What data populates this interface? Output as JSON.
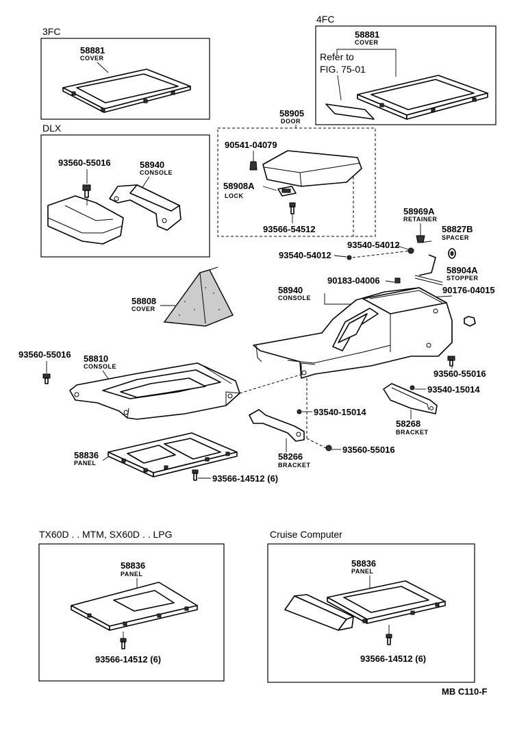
{
  "insets": {
    "fc3": "3FC",
    "fc4": "4FC",
    "dlx": "DLX",
    "tx60d": "TX60D . . MTM, SX60D . . LPG",
    "cruise": "Cruise Computer"
  },
  "refer": {
    "line1": "Refer to",
    "line2": "FIG. 75-01"
  },
  "labels": {
    "cover_3fc_pn": "58881",
    "cover_3fc_nm": "COVER",
    "cover_4fc_pn": "58881",
    "cover_4fc_nm": "COVER",
    "door_pn": "58905",
    "door_nm": "DOOR",
    "bolt_90541": "90541-04079",
    "lock_pn": "58908A",
    "lock_nm": "LOCK",
    "screw_93566_54512": "93566-54512",
    "dlx_screw": "93560-55016",
    "dlx_console_pn": "58940",
    "dlx_console_nm": "CONSOLE",
    "retainer_pn": "58969A",
    "retainer_nm": "RETAINER",
    "spacer_pn": "58827B",
    "spacer_nm": "SPACER",
    "screw_93540_54012_a": "93540-54012",
    "screw_93540_54012_b": "93540-54012",
    "stopper_pn": "58904A",
    "stopper_nm": "STOPPER",
    "console_pn": "58940",
    "console_nm": "CONSOLE",
    "clip_90183": "90183-04006",
    "nut_90176": "90176-04015",
    "shift_cover_pn": "58808",
    "shift_cover_nm": "COVER",
    "screw_left": "93560-55016",
    "front_console_pn": "58810",
    "front_console_nm": "CONSOLE",
    "screw_right": "93560-55016",
    "screw_93540_15014_r": "93540-15014",
    "bracket_r_pn": "58268",
    "bracket_r_nm": "BRACKET",
    "screw_93540_15014_c": "93540-15014",
    "screw_93560_55016_c": "93560-55016",
    "bracket_c_pn": "58266",
    "bracket_c_nm": "BRACKET",
    "panel_pn": "58836",
    "panel_nm": "PANEL",
    "screw_panel": "93566-14512 (6)",
    "tx_panel_pn": "58836",
    "tx_panel_nm": "PANEL",
    "tx_screw": "93566-14512 (6)",
    "cc_panel_pn": "58836",
    "cc_panel_nm": "PANEL",
    "cc_screw": "93566-14512 (6)"
  },
  "footer": "MB  C110-F"
}
